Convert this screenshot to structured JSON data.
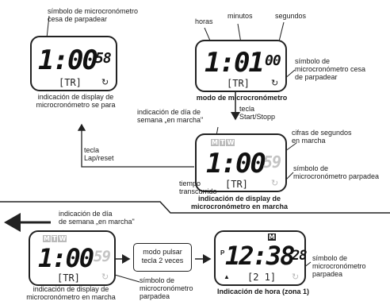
{
  "labels": {
    "tl_symbol": "símbolo de microcronómetro\ncesa de parpadear",
    "tl_caption": "indicación de display de\nmicrocronómetro se para",
    "horas": "horas",
    "minutos": "minutos",
    "segundos": "segundos",
    "tr_symbol": "símbolo de\nmicrocronómetro cesa\nde parpadear",
    "modo": "modo de microcronómetro",
    "tecla_start": "tecla\nStart/Stopp",
    "dia_marcha_mid": "indicación de día de\nsemana „en marcha\"",
    "cifras": "cifras de segundos\nen marcha",
    "tecla_lap": "tecla\nLap/reset",
    "mid_symbol": "símbolo de\nmicrocronómetro parpadea",
    "tiempo": "tiempo\ntranscurrido",
    "mid_caption": "indicación de display de\nmicrocronómetro en marcha",
    "dia_marcha_bottom": "indicación de día\nde semana „en marcha\"",
    "modo_pulsar": "modo pulsar\ntecla 2 veces",
    "br_symbol": "símbolo de\nmicrocronómetro\nparpadea",
    "bl_caption": "indicación de display de\nmicrocronómetro en marcha",
    "bl_symbol": "símbolo de\nmicrocronómetro\nparpadea",
    "hora_caption": "Indicación de hora (zona 1)"
  },
  "displays": {
    "tl": {
      "main": "1:00",
      "sec": "58",
      "mode": "[TR]"
    },
    "tr": {
      "main": "1:01",
      "sec": "00",
      "mode": "[TR]"
    },
    "mid": {
      "main": "1:00",
      "sec": "59",
      "mode": "[TR]",
      "days": [
        "M",
        "T",
        "W"
      ]
    },
    "bl": {
      "main": "1:00",
      "sec": "59",
      "mode": "[TR]",
      "days": [
        "M",
        "T",
        "W"
      ]
    },
    "br": {
      "main": "12:38",
      "sec": "28",
      "mode": "[2 1]",
      "p": "P",
      "top": "M"
    }
  },
  "colors": {
    "dim_digits": "#c4c4c4",
    "line": "#222222"
  }
}
